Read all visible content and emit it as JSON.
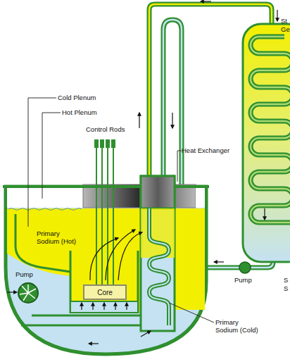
{
  "diagram": {
    "nodes": [
      {
        "text": [
          "Core"
        ]
      }
    ],
    "labels": [
      "Cold Plenum",
      "Hot Plenum",
      "Control Rods",
      "Heat Exchanger",
      "Primary Sodium (Hot)",
      "Pump",
      "Pump",
      "Primary Sodium (Cold)",
      "St",
      "Ge",
      "S",
      "S"
    ]
  }
}
